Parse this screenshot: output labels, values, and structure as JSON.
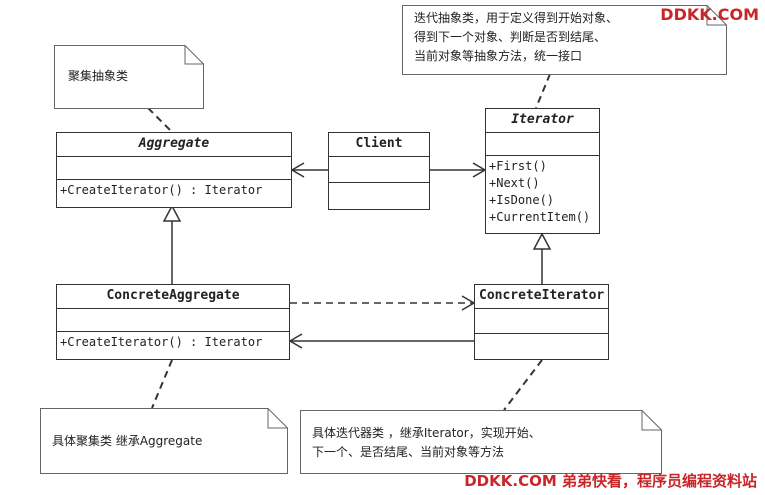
{
  "watermark_top": "DDKK.COM",
  "watermark_bottom": "DDKK.COM 弟弟快看，程序员编程资料站",
  "classes": {
    "aggregate": {
      "name": "Aggregate",
      "ops": [
        "+CreateIterator() : Iterator"
      ]
    },
    "client": {
      "name": "Client"
    },
    "iterator": {
      "name": "Iterator",
      "ops": [
        "+First()",
        "+Next()",
        "+IsDone()",
        "+CurrentItem()"
      ]
    },
    "concrete_aggregate": {
      "name": "ConcreteAggregate",
      "ops": [
        "+CreateIterator() : Iterator"
      ]
    },
    "concrete_iterator": {
      "name": "ConcreteIterator"
    }
  },
  "notes": {
    "aggregate_note": [
      "聚集抽象类"
    ],
    "iterator_note": [
      "迭代抽象类，用于定义得到开始对象、",
      "得到下一个对象、判断是否到结尾、",
      "当前对象等抽象方法，统一接口"
    ],
    "concrete_aggregate_note": [
      "具体聚集类 继承Aggregate"
    ],
    "concrete_iterator_note": [
      "具体迭代器类 ，继承Iterator，实现开始、",
      "下一个、是否结尾、当前对象等方法"
    ]
  }
}
